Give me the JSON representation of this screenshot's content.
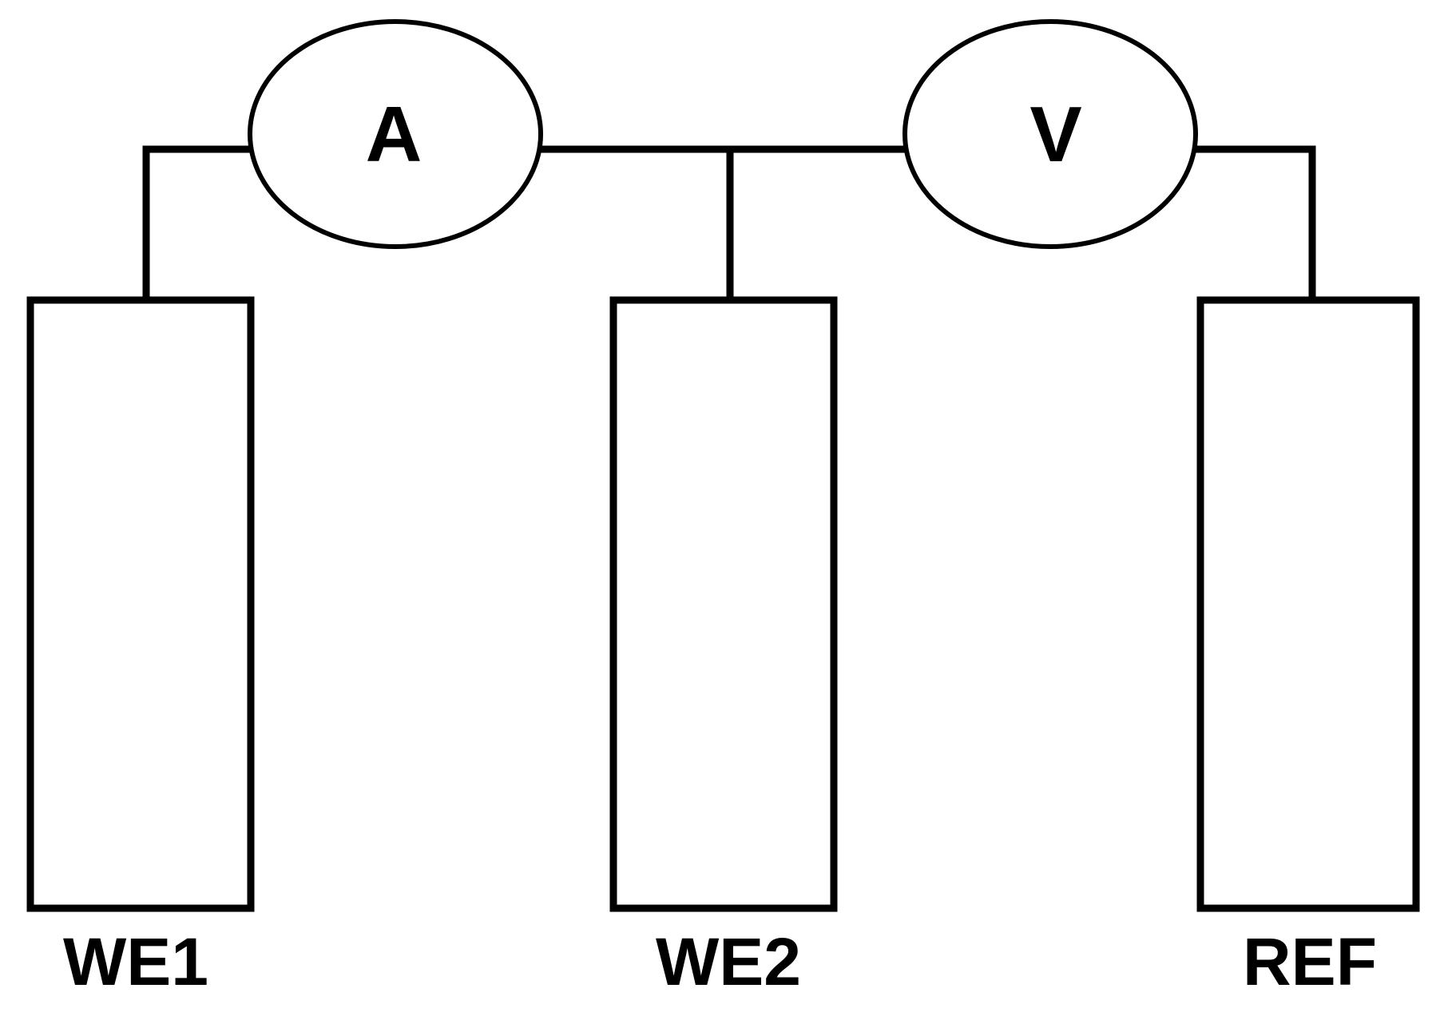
{
  "meters": {
    "ammeter_label": "A",
    "voltmeter_label": "V"
  },
  "electrodes": {
    "we1_label": "WE1",
    "we2_label": "WE2",
    "ref_label": "REF"
  },
  "colors": {
    "stroke": "#000000",
    "background": "#ffffff"
  }
}
